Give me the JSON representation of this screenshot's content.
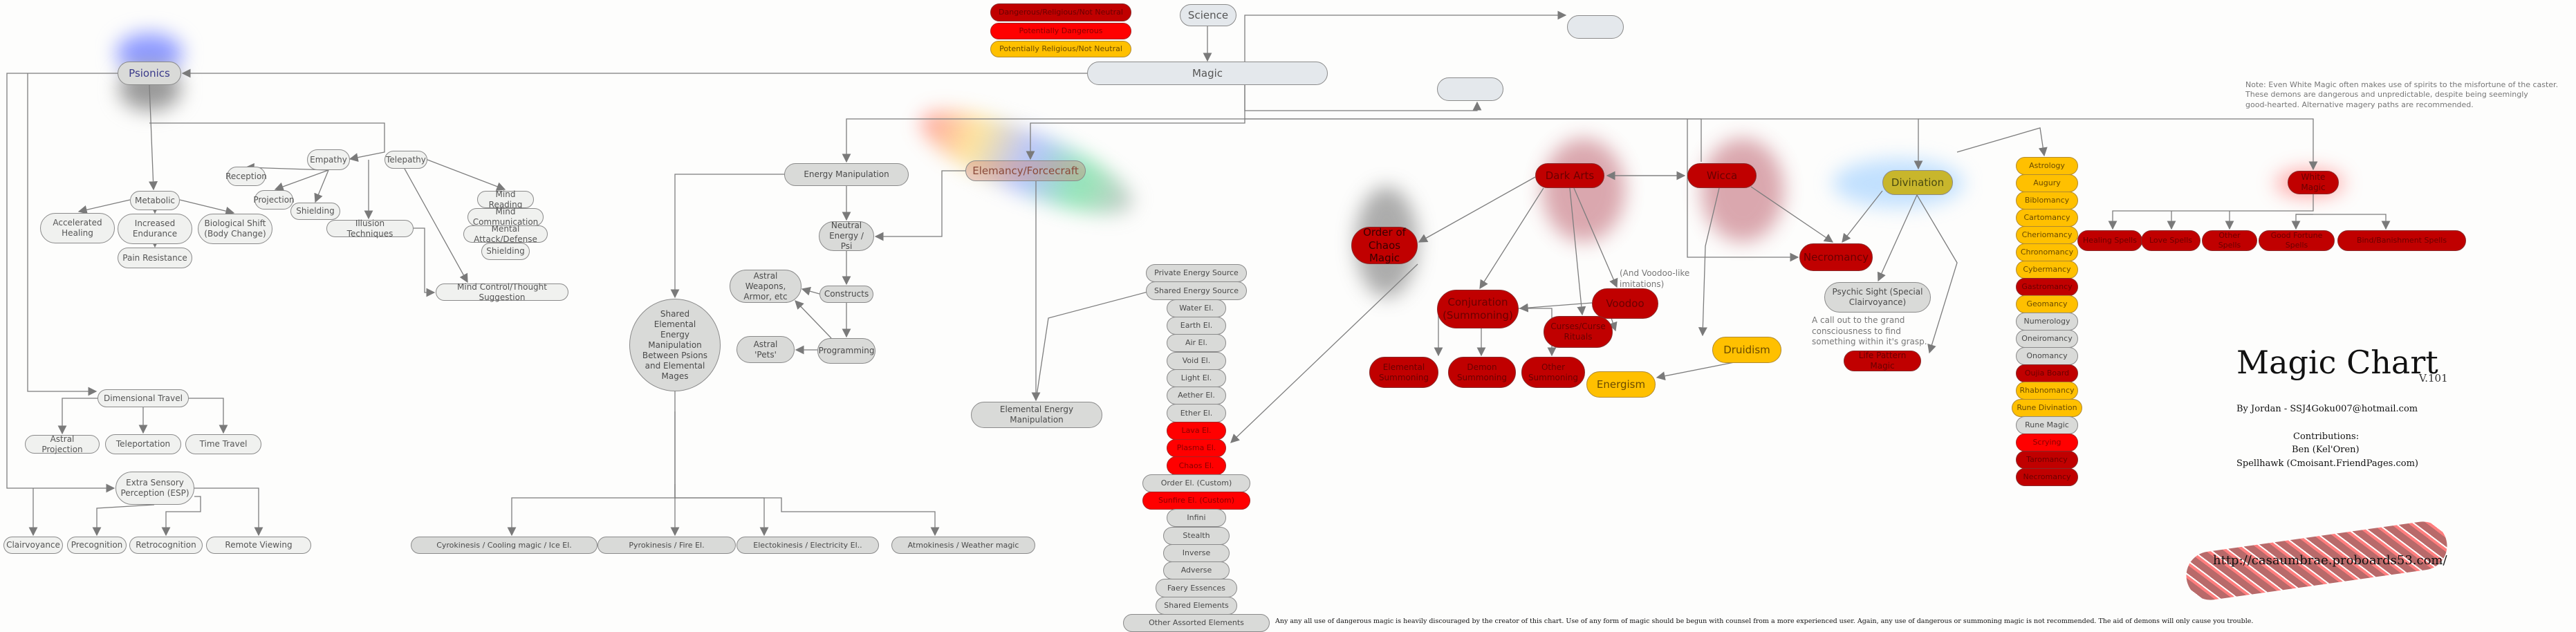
{
  "legend": [
    {
      "label": "Dangerous/Religious/Not Neutral",
      "color": "#c00000"
    },
    {
      "label": "Potentially Dangerous",
      "color": "#ff0000"
    },
    {
      "label": "Potentially Religious/Not Neutral",
      "color": "#ffc000"
    }
  ],
  "root": {
    "science": "Science",
    "magic": "Magic",
    "blank1": "",
    "blank2": ""
  },
  "psionics": {
    "title": "Psionics",
    "metabolic": "Metabolic",
    "metabolic_children": [
      "Accelerated\nHealing",
      "Increased\nEndurance",
      "Biological Shift\n(Body Change)",
      "Pain Resistance"
    ],
    "empathy": "Empathy",
    "empathy_children": [
      "Reception",
      "Projection",
      "Shielding"
    ],
    "telepathy": "Telepathy",
    "telepathy_children": [
      "Mind Reading",
      "Mind Communication",
      "Mental Attack/Defense",
      "Shielding"
    ],
    "illusion": "Illusion Techniques",
    "mind_control": "Mind Control/Thought Suggestion",
    "dimensional": "Dimensional Travel",
    "dimensional_children": [
      "Astral Projection",
      "Teleportation",
      "Time Travel"
    ],
    "esp": "Extra Sensory\nPerception (ESP)",
    "esp_children": [
      "Clairvoyance",
      "Precognition",
      "Retrocognition",
      "Remote Viewing"
    ]
  },
  "energy": {
    "manipulation": "Energy Manipulation",
    "neutral": "Neutral\nEnergy / Psi",
    "constructs": "Constructs",
    "programming": "Programming",
    "weapons": "Astral Weapons,\nArmor, etc",
    "pets": "Astral 'Pets'",
    "shared": "Shared\nElemental\nEnergy\nManipulation\nBetween Psions\nand Elemental\nMages",
    "kinesis": [
      "Cyrokinesis / Cooling magic / Ice El.",
      "Pyrokinesis / Fire El.",
      "Electokinesis / Electricity El..",
      "Atmokinesis / Weather magic"
    ]
  },
  "elemancy": {
    "title": "Elemancy/Forcecraft",
    "elemental_manip": "Elemental Energy Manipulation",
    "list": [
      {
        "label": "Private Energy Source",
        "kind": "grey"
      },
      {
        "label": "Shared Energy Source",
        "kind": "grey"
      },
      {
        "label": "Water El.",
        "kind": "grey"
      },
      {
        "label": "Earth El.",
        "kind": "grey"
      },
      {
        "label": "Air El.",
        "kind": "grey"
      },
      {
        "label": "Void El.",
        "kind": "grey"
      },
      {
        "label": "Light El.",
        "kind": "grey"
      },
      {
        "label": "Aether El.",
        "kind": "grey"
      },
      {
        "label": "Ether El.",
        "kind": "grey"
      },
      {
        "label": "Lava El.",
        "kind": "red"
      },
      {
        "label": "Plasma El.",
        "kind": "red"
      },
      {
        "label": "Chaos El.",
        "kind": "red"
      },
      {
        "label": "Order El. (Custom)",
        "kind": "grey"
      },
      {
        "label": "Sunfire El. (Custom)",
        "kind": "red"
      },
      {
        "label": "Infini",
        "kind": "grey"
      },
      {
        "label": "Stealth",
        "kind": "grey"
      },
      {
        "label": "Inverse",
        "kind": "grey"
      },
      {
        "label": "Adverse",
        "kind": "grey"
      },
      {
        "label": "Faery Essences",
        "kind": "grey"
      },
      {
        "label": "Shared Elements",
        "kind": "grey"
      },
      {
        "label": "Other Assorted Elements",
        "kind": "grey"
      }
    ]
  },
  "dark": {
    "chaos": "Order of\nChaos Magic",
    "dark_arts": "Dark Arts",
    "wicca": "Wicca",
    "conjuration": "Conjuration\n(Summoning)",
    "summoning": [
      "Elemental\nSummoning",
      "Demon\nSummoning",
      "Other\nSummoning"
    ],
    "voodoo": "Voodoo",
    "voodoo_note": "(And Voodoo-like\nimitations)",
    "curses": "Curses/Curse\nRituals",
    "druidism": "Druidism",
    "energism": "Energism",
    "necromancy": "Necromancy"
  },
  "divination": {
    "title": "Divination",
    "psychic": "Psychic Sight (Special\nClairvoyance)",
    "psychic_note": "A call out to the grand\nconsciousness to find\nsomething within it's grasp.",
    "life_pattern": "Life Pattern Magic",
    "list": [
      {
        "label": "Astrology",
        "kind": "gold"
      },
      {
        "label": "Augury",
        "kind": "gold"
      },
      {
        "label": "Biblomancy",
        "kind": "gold"
      },
      {
        "label": "Cartomancy",
        "kind": "gold"
      },
      {
        "label": "Cheriomancy",
        "kind": "gold"
      },
      {
        "label": "Chronomancy",
        "kind": "gold"
      },
      {
        "label": "Cybermancy",
        "kind": "gold"
      },
      {
        "label": "Gastromancy",
        "kind": "dark"
      },
      {
        "label": "Geomancy",
        "kind": "gold"
      },
      {
        "label": "Numerology",
        "kind": "grey"
      },
      {
        "label": "Oneiromancy",
        "kind": "grey"
      },
      {
        "label": "Onomancy",
        "kind": "grey"
      },
      {
        "label": "Oujia Board",
        "kind": "dark"
      },
      {
        "label": "Rhabnomancy",
        "kind": "gold"
      },
      {
        "label": "Rune Divination",
        "kind": "gold"
      },
      {
        "label": "Rune Magic",
        "kind": "grey"
      },
      {
        "label": "Scrying",
        "kind": "red"
      },
      {
        "label": "Taromancy",
        "kind": "dark"
      },
      {
        "label": "Necromancy",
        "kind": "dark"
      }
    ]
  },
  "white": {
    "title": "White Magic",
    "spells": [
      "Healing Spells",
      "Love Spells",
      "Other Spells",
      "Good Fortune Spells",
      "Bind/Banishment Spells"
    ],
    "note": "Note: Even White Magic often makes use of spirits to the misfortune of the caster.\nThese demons are dangerous and unpredictable, despite being seemingly\ngood-hearted. Alternative magery paths are recommended."
  },
  "credits": {
    "title": "Magic Chart",
    "version": "V.101",
    "author": "By Jordan - SSJ4Goku007@hotmail.com",
    "contrib_heading": "Contributions:",
    "contributors": [
      "Ben (Kel'Oren)",
      "Spellhawk (Cmoisant.FriendPages.com)"
    ],
    "url": "http://casaumbrae.proboards53.com/",
    "disclaimer": "Any any all use of dangerous magic is heavily discouraged by the creator of this chart. Use of any form of magic should be begun with counsel from a more experienced user. Again, any use of dangerous or summoning magic is not recommended. The aid of demons will only cause you trouble."
  }
}
